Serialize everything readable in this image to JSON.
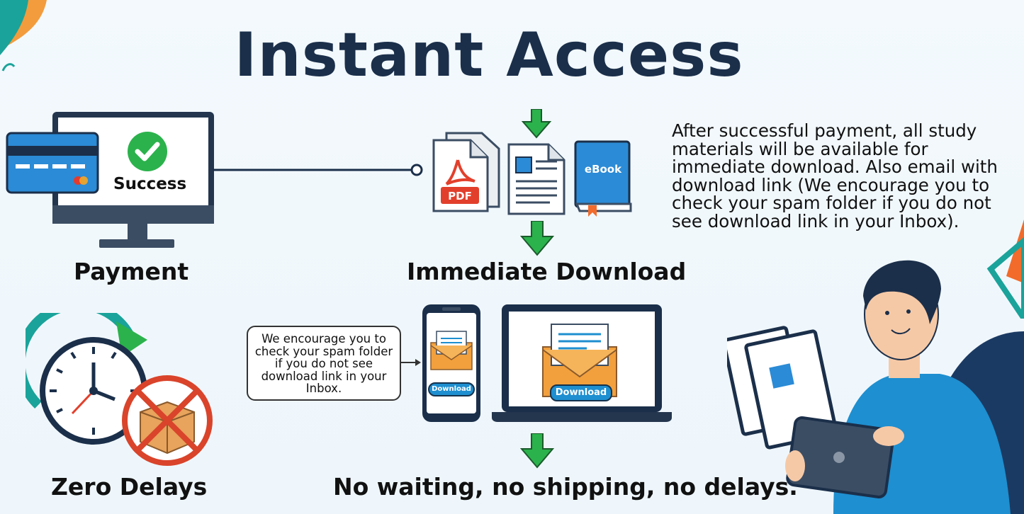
{
  "title": "Instant Access",
  "payment": {
    "label": "Payment",
    "screen_text": "Success"
  },
  "download": {
    "label": "Immediate Download",
    "pdf_label": "PDF",
    "ebook_label": "eBook",
    "description": "After successful payment, all study materials will be available for immediate download. Also email with download link (We encourage you to check your spam folder if you do not see download link in your Inbox)."
  },
  "email": {
    "note": "We encourage you to check your spam folder if you do not see download link in your Inbox.",
    "phone_button": "Download",
    "laptop_button": "Download"
  },
  "delays": {
    "label": "Zero Delays",
    "tagline": "No waiting, no shipping, no delays."
  },
  "colors": {
    "navy": "#1b2f4a",
    "green": "#2bb24c",
    "blue": "#1e8fd0",
    "orange": "#f2a03d",
    "red": "#d9442b"
  }
}
